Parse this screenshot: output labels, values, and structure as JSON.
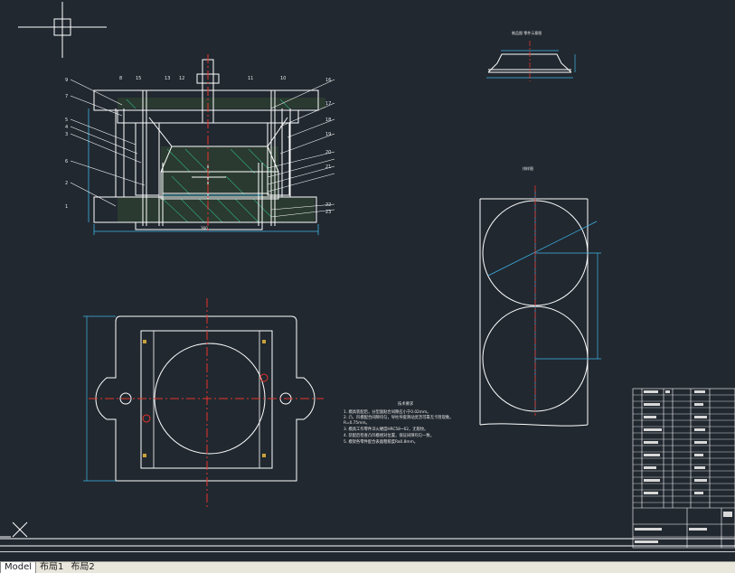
{
  "layout_tabs": [
    "Model",
    "布局1",
    "布局2"
  ],
  "views": {
    "detail_title": "制品图   零件示意图",
    "blank_title": "排样图"
  },
  "tech_requirements": {
    "title": "技术要求",
    "lines": [
      "1. 模具装配后，分型面贴合间隙应小于0.02mm。",
      "2. 凸、凹模配合间隙均匀，导柱导套滑动灵活可靠无卡阻现象。",
      "   R=0.75mm。",
      "3. 模具工作零件淬火硬度HRC58~62，无裂纹。",
      "4. 装配后检查凸凹模相对位置，保证间隙均匀一致。",
      "5. 模架各零件配合表面粗糙度Ra0.8mm。"
    ]
  },
  "part_numbers_left": [
    "9",
    "7",
    "5",
    "4",
    "3",
    "6",
    "2",
    "1"
  ],
  "part_numbers_top": [
    "8",
    "15",
    "13",
    "12",
    "11",
    "10"
  ],
  "part_numbers_right": [
    "16",
    "17",
    "18",
    "19",
    "20",
    "21",
    "22",
    "23"
  ],
  "colors": {
    "background": "#212830",
    "lines": "#ffffff",
    "centerline": "#e8332a",
    "dimension": "#3fb6e8",
    "hatch": "#2fa37c",
    "part_fill": "#1f2a2a"
  }
}
